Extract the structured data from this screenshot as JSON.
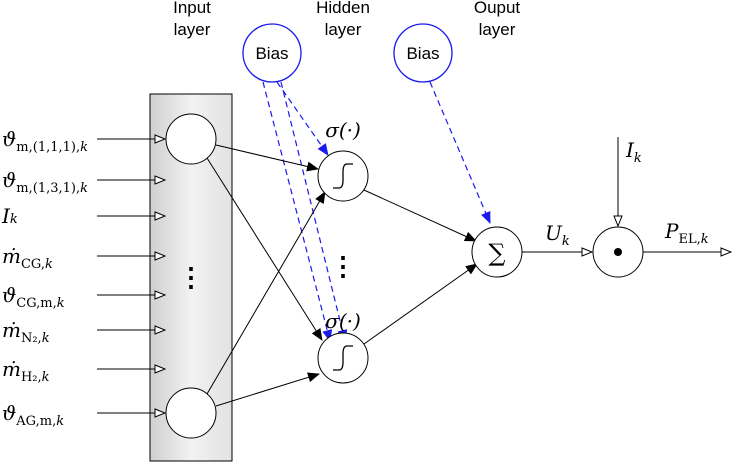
{
  "headers": {
    "input": [
      "Input",
      "layer"
    ],
    "hidden": [
      "Hidden",
      "layer"
    ],
    "output": [
      "Ouput",
      "layer"
    ]
  },
  "bias_label": "Bias",
  "activation_label": "σ(·)",
  "sum_symbol": "∑",
  "product_symbol": "•",
  "ellipsis_symbol": "⋮",
  "colors": {
    "bias": "#1a1aee",
    "line": "#000000",
    "layer_box_fill": "#e8e8e8"
  },
  "inputs": [
    {
      "base": "ϑ",
      "sub": "m,(1,1,1),",
      "subk": "k"
    },
    {
      "base": "ϑ",
      "sub": "m,(1,3,1),",
      "subk": "k"
    },
    {
      "base": "I",
      "sub": "",
      "subk": "k"
    },
    {
      "base": "ṁ",
      "sub": "CG,",
      "subk": "k"
    },
    {
      "base": "ϑ",
      "sub": "CG,m,",
      "subk": "k"
    },
    {
      "base": "ṁ",
      "sub": "N₂,",
      "subk": "k"
    },
    {
      "base": "ṁ",
      "sub": "H₂,",
      "subk": "k"
    },
    {
      "base": "ϑ",
      "sub": "AG,m,",
      "subk": "k"
    }
  ],
  "signals": {
    "u": {
      "base": "U",
      "subk": "k"
    },
    "i": {
      "base": "I",
      "subk": "k"
    },
    "p": {
      "base": "P",
      "sub": "EL,",
      "subk": "k"
    }
  }
}
